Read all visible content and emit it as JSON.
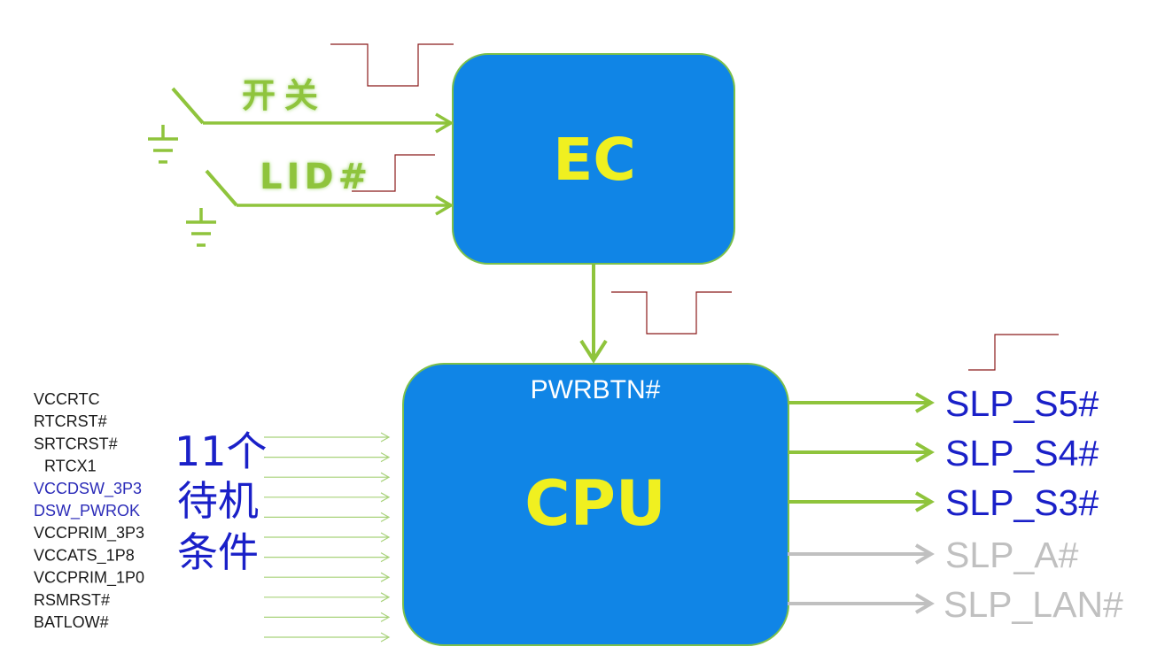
{
  "ec": {
    "label": "EC"
  },
  "cpu": {
    "label": "CPU",
    "pin_label": "PWRBTN#"
  },
  "inputs": {
    "switch_label": "开关",
    "lid_label": "LID#"
  },
  "standby": {
    "line1": "11个",
    "line2": "待机",
    "line3": "条件",
    "conditions": [
      {
        "text": "VCCRTC",
        "color": "#1a1a1a"
      },
      {
        "text": "RTCRST#",
        "color": "#1a1a1a"
      },
      {
        "text": "SRTCRST#",
        "color": "#1a1a1a"
      },
      {
        "text": "RTCX1",
        "color": "#1a1a1a"
      },
      {
        "text": "VCCDSW_3P3",
        "color": "#2b2bb8"
      },
      {
        "text": "DSW_PWROK",
        "color": "#2b2bb8"
      },
      {
        "text": "VCCPRIM_3P3",
        "color": "#1a1a1a"
      },
      {
        "text": "VCCATS_1P8",
        "color": "#1a1a1a"
      },
      {
        "text": "VCCPRIM_1P0",
        "color": "#1a1a1a"
      },
      {
        "text": "RSMRST#",
        "color": "#1a1a1a"
      },
      {
        "text": "BATLOW#",
        "color": "#1a1a1a"
      }
    ]
  },
  "outputs": [
    {
      "label": "SLP_S5#",
      "active": true
    },
    {
      "label": "SLP_S4#",
      "active": true
    },
    {
      "label": "SLP_S3#",
      "active": true
    },
    {
      "label": "SLP_A#",
      "active": false
    },
    {
      "label": "SLP_LAN#",
      "active": false
    }
  ],
  "colors": {
    "box_fill": "#1085e6",
    "box_stroke": "#7cc04a",
    "box_text": "#f0f020",
    "wire": "#8fc43c",
    "thin_wire": "#a8d27a",
    "inactive": "#c0c0c0",
    "active_label": "#1a20c8",
    "waveform": "#8b1a1a",
    "pin_text": "#ffffff"
  }
}
